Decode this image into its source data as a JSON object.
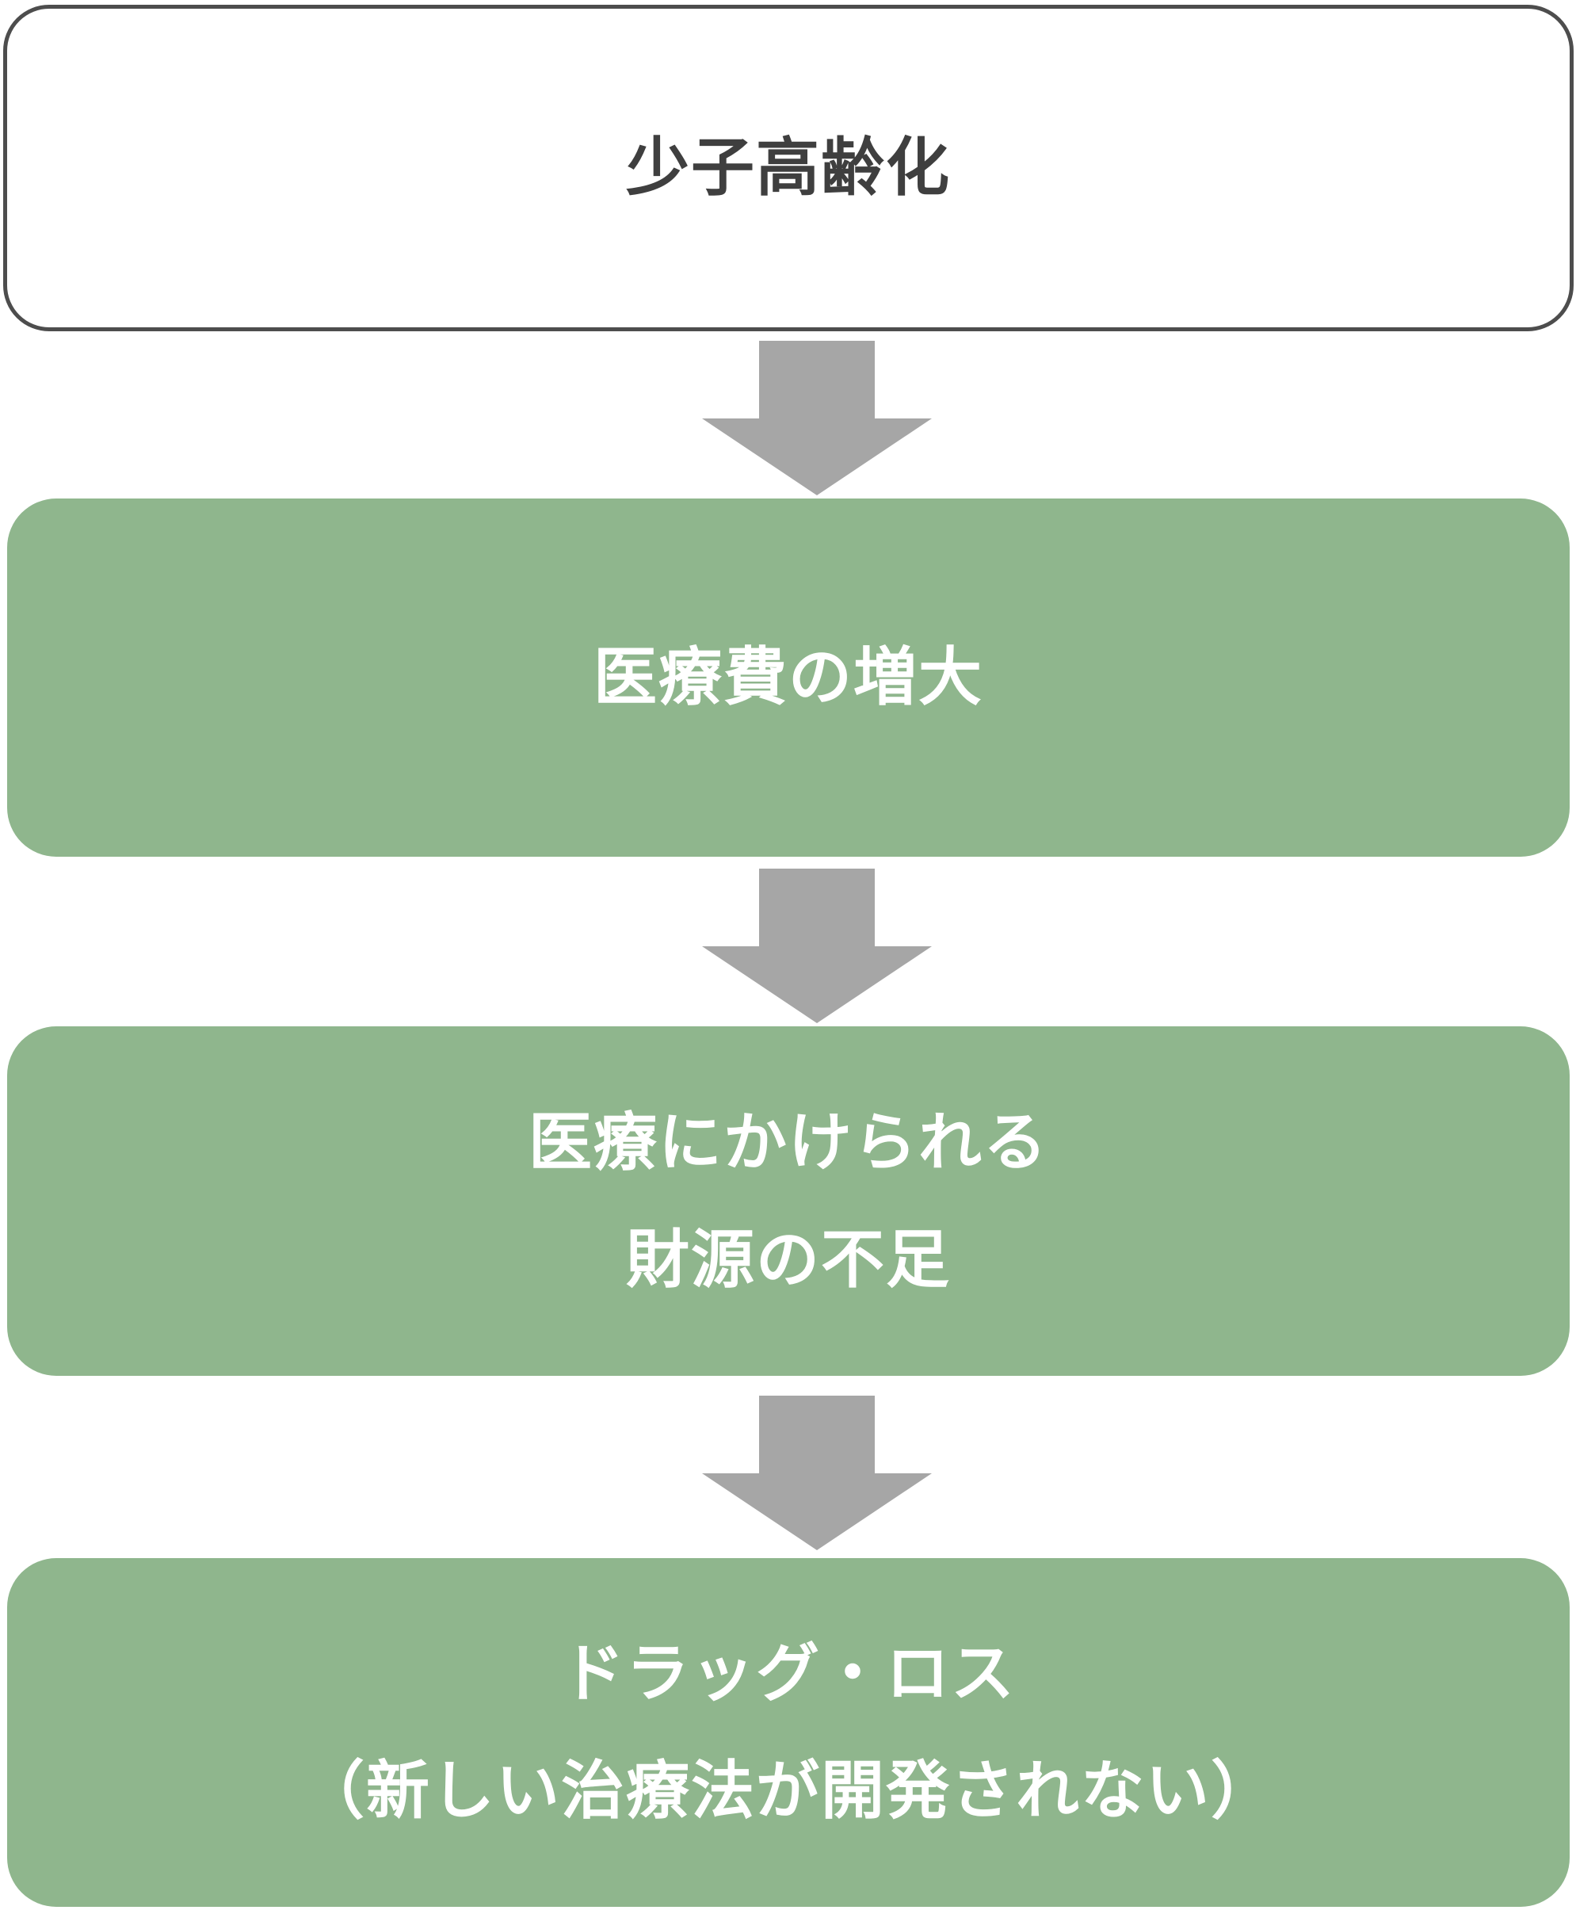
{
  "colors": {
    "outline_border": "#4d4d4d",
    "outline_text": "#3f3f3f",
    "green_fill": "#8fb68d",
    "green_text": "#ffffff",
    "arrow_fill": "#a6a6a6"
  },
  "boxes": [
    {
      "lines": [
        "少子高齢化"
      ]
    },
    {
      "lines": [
        "医療費の増大"
      ]
    },
    {
      "lines": [
        "医療にかけられる",
        "財源の不足"
      ]
    },
    {
      "lines": [
        "ドラッグ・ロス",
        "（新しい治療法が開発されない）"
      ]
    }
  ],
  "arrows": [
    {
      "icon": "down-arrow-icon"
    },
    {
      "icon": "down-arrow-icon"
    },
    {
      "icon": "down-arrow-icon"
    }
  ]
}
